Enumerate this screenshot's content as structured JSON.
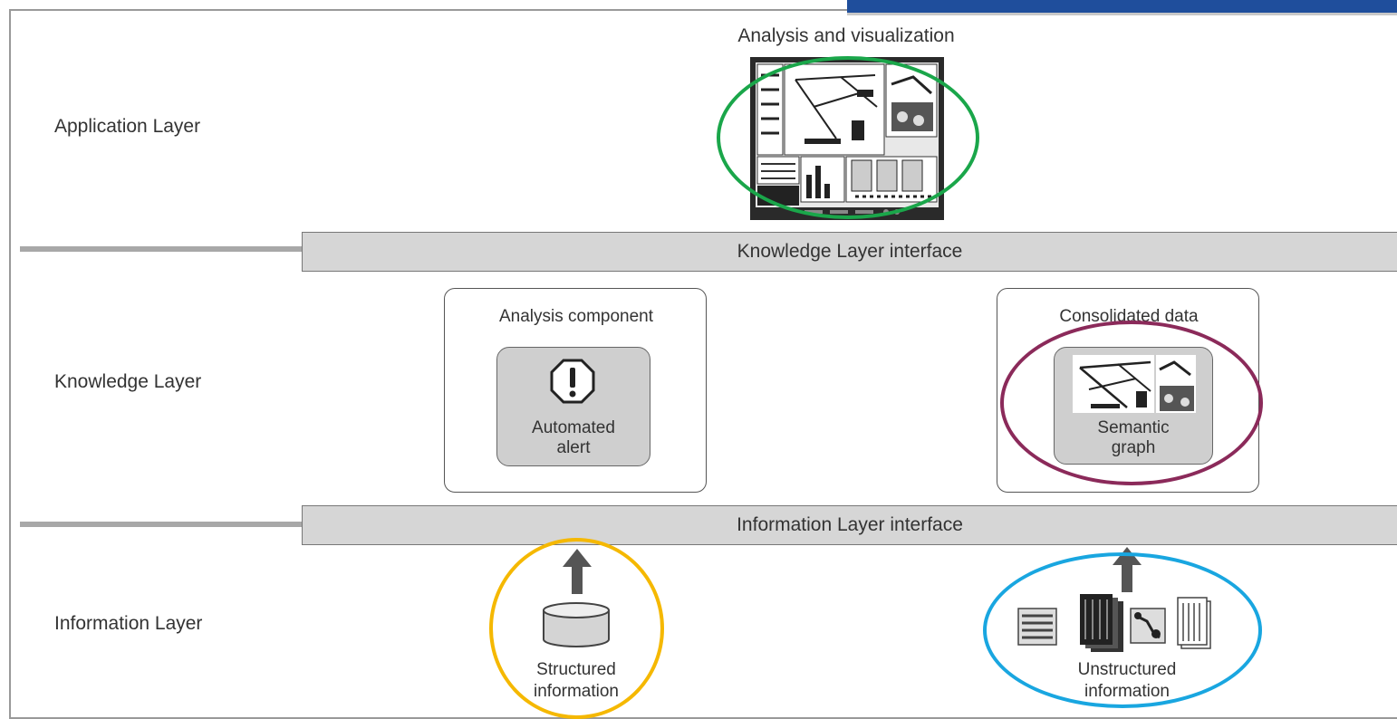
{
  "layers": {
    "application": "Application Layer",
    "knowledge": "Knowledge Layer",
    "information": "Information Layer"
  },
  "interfaces": {
    "knowledge": "Knowledge Layer interface",
    "information": "Information Layer interface"
  },
  "application": {
    "title": "Analysis and visualization"
  },
  "knowledge": {
    "analysis_component": "Analysis component",
    "alert_line1": "Automated",
    "alert_line2": "alert",
    "consolidated_data": "Consolidated data",
    "graph_line1": "Semantic",
    "graph_line2": "graph"
  },
  "information": {
    "structured_line1": "Structured",
    "structured_line2": "information",
    "unstructured_line1": "Unstructured",
    "unstructured_line2": "information"
  },
  "colors": {
    "green": "#1aa64a",
    "purple": "#8b2a5a",
    "orange": "#f5b800",
    "cyan": "#19a6e0",
    "blue_strip": "#1f4e9c"
  },
  "icons": [
    "monitor-icon",
    "alert-octagon-icon",
    "semantic-graph-icon",
    "up-arrow-icon",
    "database-cylinder-icon",
    "document-stack-icon"
  ]
}
